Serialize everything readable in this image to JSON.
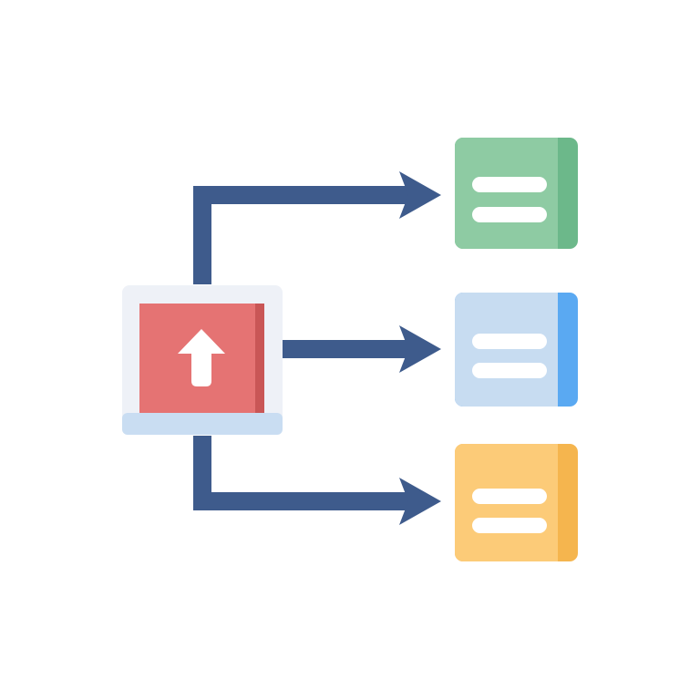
{
  "diagram": {
    "colors": {
      "background": "#ffffff",
      "connector": "#3E5B8C",
      "source_frame": "#EEF1F7",
      "source_base": "#C9DDF2",
      "source_panel": "#E57373",
      "source_panel_shade": "#C95656",
      "upload_arrow": "#FFFFFF",
      "line_bar": "#FFFFFF"
    },
    "source": {
      "icon": "upload-arrow-icon"
    },
    "targets": [
      {
        "name": "green-document",
        "icon": "text-lines-icon",
        "fill": "#8ECBA3",
        "edge": "#6CB88A"
      },
      {
        "name": "blue-document",
        "icon": "text-lines-icon",
        "fill": "#C7DCF1",
        "edge": "#5AA9F2"
      },
      {
        "name": "yellow-document",
        "icon": "text-lines-icon",
        "fill": "#FCCB78",
        "edge": "#F5B54E"
      }
    ]
  }
}
